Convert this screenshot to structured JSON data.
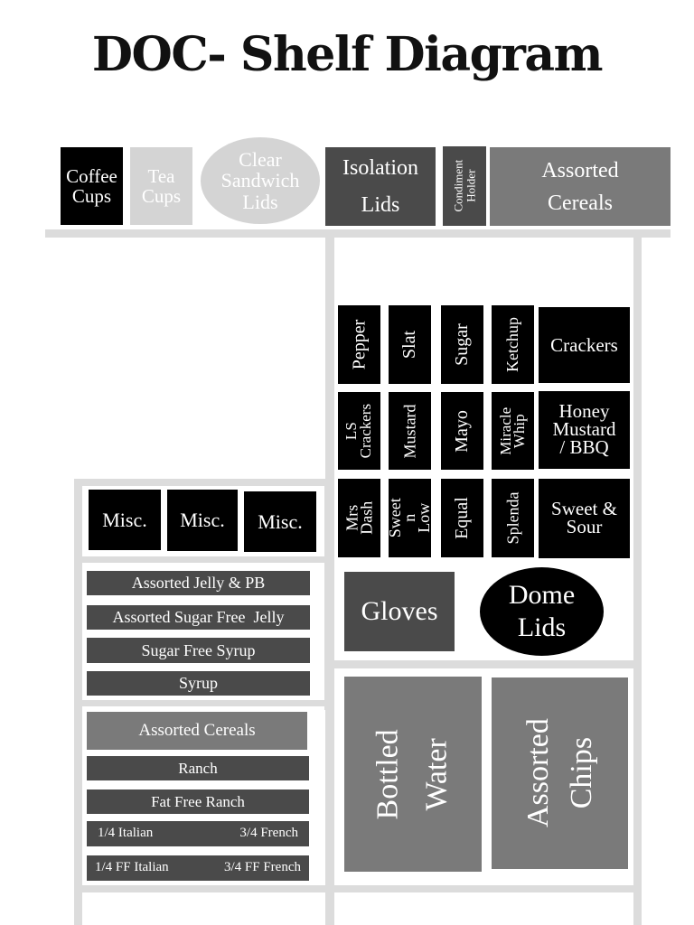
{
  "title": "DOC- Shelf Diagram",
  "colors": {
    "black": "#000000",
    "dark_gray": "#4a4a4a",
    "mid_gray": "#7a7a7a",
    "light_gray": "#d4d4d4",
    "shelf": "#dcdcdc"
  },
  "top_shelf": {
    "coffee_cups": "Coffee\nCups",
    "tea_cups": "Tea\nCups",
    "clear_sandwich_lids": "Clear\nSandwich\nLids",
    "isolation_lids": "Isolation\nLids",
    "condiment_holder": "Condiment\nHolder",
    "assorted_cereals": "Assorted\nCereals"
  },
  "condiments": {
    "pepper": "Pepper",
    "slat": "Slat",
    "sugar": "Sugar",
    "ketchup": "Ketchup",
    "crackers": "Crackers",
    "ls_crackers": "LS\nCrackers",
    "mustard": "Mustard",
    "mayo": "Mayo",
    "miracle_whip": "Miracle\nWhip",
    "honey_mustard_bbq": "Honey\nMustard\n/ BBQ",
    "mrs_dash": "Mrs\nDash",
    "sweet_n_low": "Sweet n\nLow",
    "equal": "Equal",
    "splenda": "Splenda",
    "sweet_sour": "Sweet &\nSour"
  },
  "misc": [
    "Misc.",
    "Misc.",
    "Misc."
  ],
  "jelly_syrup": [
    "Assorted Jelly & PB",
    "Assorted Sugar Free  Jelly",
    "Sugar Free Syrup",
    "Syrup"
  ],
  "dressings": {
    "assorted_cereals": "Assorted Cereals",
    "ranch": "Ranch",
    "fat_free_ranch": "Fat Free Ranch",
    "italian": "1/4 Italian",
    "french": "3/4 French",
    "ff_italian": "1/4 FF Italian",
    "ff_french": "3/4 FF French"
  },
  "gloves": "Gloves",
  "dome_lids": "Dome\nLids",
  "bottled_water": "Bottled\nWater",
  "assorted_chips": "Assorted\nChips"
}
